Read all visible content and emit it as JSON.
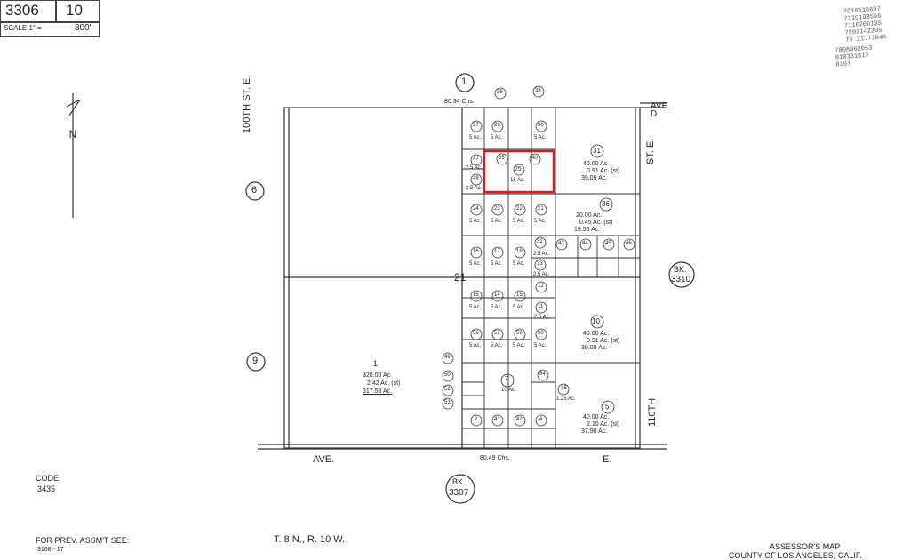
{
  "header": {
    "map_book": "3306",
    "map_page": "10",
    "scale_label": "SCALE 1\" =",
    "scale_value": "800'"
  },
  "stamps": [
    "7010116607",
    "7110193566",
    "7110206135",
    "7203142205",
    "76 1117304A",
    "7808062053",
    "81033161?",
    "8107"
  ],
  "streets": {
    "ave_d": "AVE. D",
    "ave_e_left": "AVE.",
    "ave_e_right": "E.",
    "st_100": "100TH ST. E.",
    "st_110_top": "ST. E.",
    "st_110_bottom": "110TH"
  },
  "surrounding_blocks": {
    "north": "1",
    "west_upper": "6",
    "west_lower": "9",
    "east_book_label": "BK.",
    "east_book_num": "3310",
    "south_book_label": "BK.",
    "south_book_num": "3307"
  },
  "dimensions": {
    "north_chains": "80.34 Chs.",
    "south_chains": "80.49 Chs.",
    "section_number": "21"
  },
  "parcels": {
    "p1_num": "1",
    "p1_a": "320.00 Ac.",
    "p1_b": "2.42 Ac. (st)",
    "p1_c": "317.58 Ac.",
    "p31_num": "31",
    "p31_a": "40.00 Ac.",
    "p31_b": "0.91 Ac. (st)",
    "p31_c": "39.09 Ac.",
    "p10_num": "10",
    "p10_a": "40.00 Ac.",
    "p10_b": "0.91 Ac. (st)",
    "p10_c": "39.09 Ac.",
    "p5_num": "5",
    "p5_a": "40.00 Ac.",
    "p5_b": "2.10 Ac. (st)",
    "p5_c": "37.90 Ac.",
    "p36_num": "36",
    "p36_a": "20.00 Ac.",
    "p36_b": "0.45 Ac. (st)",
    "p36_c": "19.55 Ac.",
    "p25_num": "25",
    "p25_a": "15 Ac.",
    "p7_num": "7",
    "p7_a": "10 Ac.",
    "p35_num": "35",
    "p35_a": "1.25 Ac.",
    "small_5ac": "5 Ac.",
    "small_25ac": "2.5 Ac."
  },
  "footer": {
    "code_label": "CODE",
    "code_value": "3435",
    "prev_label": "FOR PREV. ASSM'T SEE:",
    "prev_value": "3168 - 17",
    "township": "T. 8 N., R. 10 W.",
    "assessor_1": "ASSESSOR'S MAP",
    "assessor_2": "COUNTY OF LOS ANGELES, CALIF."
  },
  "colors": {
    "line": "#333333",
    "highlight": "#d11f26",
    "text": "#222222"
  }
}
